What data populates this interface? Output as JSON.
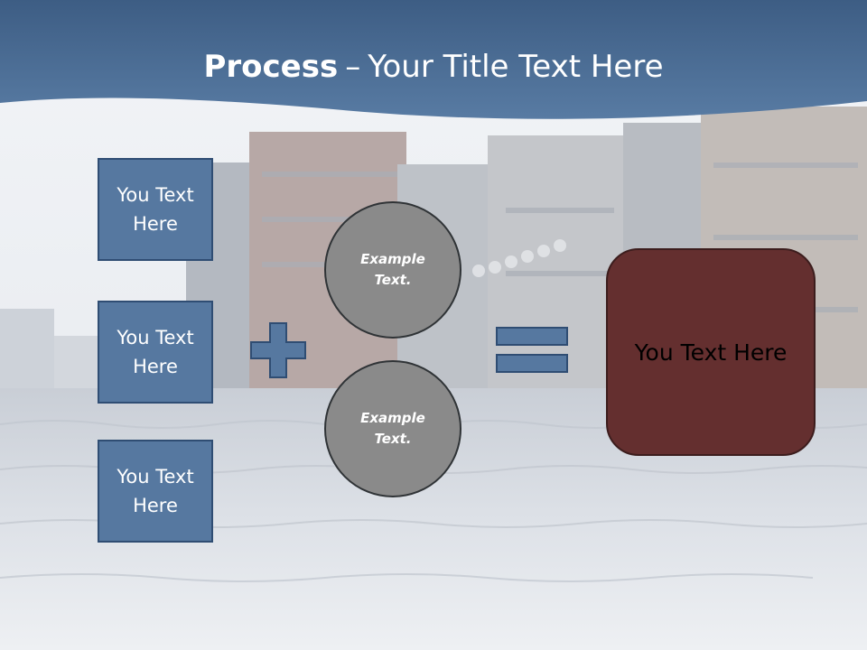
{
  "title": {
    "bold": "Process",
    "separator": "–",
    "rest": "Your Title Text Here"
  },
  "boxes": [
    {
      "label": "You Text Here"
    },
    {
      "label": "You Text Here"
    },
    {
      "label": "You Text Here"
    }
  ],
  "circles": [
    {
      "label": "Example Text."
    },
    {
      "label": "Example Text."
    }
  ],
  "result": {
    "label": "You Text Here"
  },
  "colors": {
    "header": "#4b6b92",
    "box_fill": "#5678a0",
    "circle_fill": "#8a8a8a",
    "result_fill": "#642f2f"
  },
  "icons": [
    "plus-icon",
    "equals-icon"
  ]
}
